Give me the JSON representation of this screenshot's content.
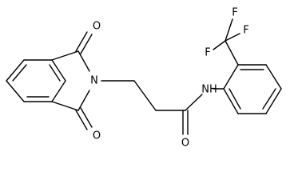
{
  "molecule": {
    "atom_labels": {
      "o_top": "O",
      "o_bottom": "O",
      "n_imide": "N",
      "nh_amide": "NH",
      "o_amide": "O",
      "f_1": "F",
      "f_2": "F",
      "f_3": "F"
    }
  }
}
